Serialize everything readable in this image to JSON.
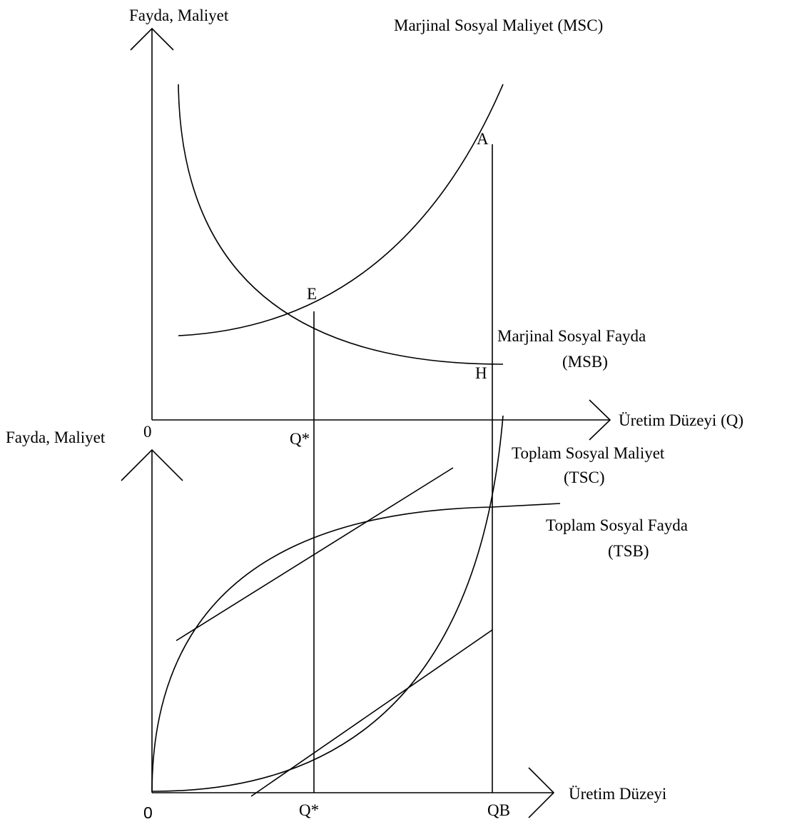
{
  "top_panel": {
    "y_axis_label": "Fayda, Maliyet",
    "x_axis_label": "Üretim Düzeyi (Q)",
    "origin_label": "0",
    "msc_label": "Marjinal Sosyal Maliyet (MSC)",
    "msb_label_line1": "Marjinal Sosyal Fayda",
    "msb_label_line2": "(MSB)",
    "point_e": "E",
    "point_a": "A",
    "point_h": "H",
    "q_star": "Q*"
  },
  "bottom_panel": {
    "y_axis_label": "Fayda, Maliyet",
    "x_axis_label": "Üretim Düzeyi",
    "origin_label": "0",
    "tsc_label_line1": "Toplam Sosyal Maliyet",
    "tsc_label_line2": "(TSC)",
    "tsb_label_line1": "Toplam Sosyal Fayda",
    "tsb_label_line2": "(TSB)",
    "q_star": "Q*",
    "qb": "QB"
  }
}
